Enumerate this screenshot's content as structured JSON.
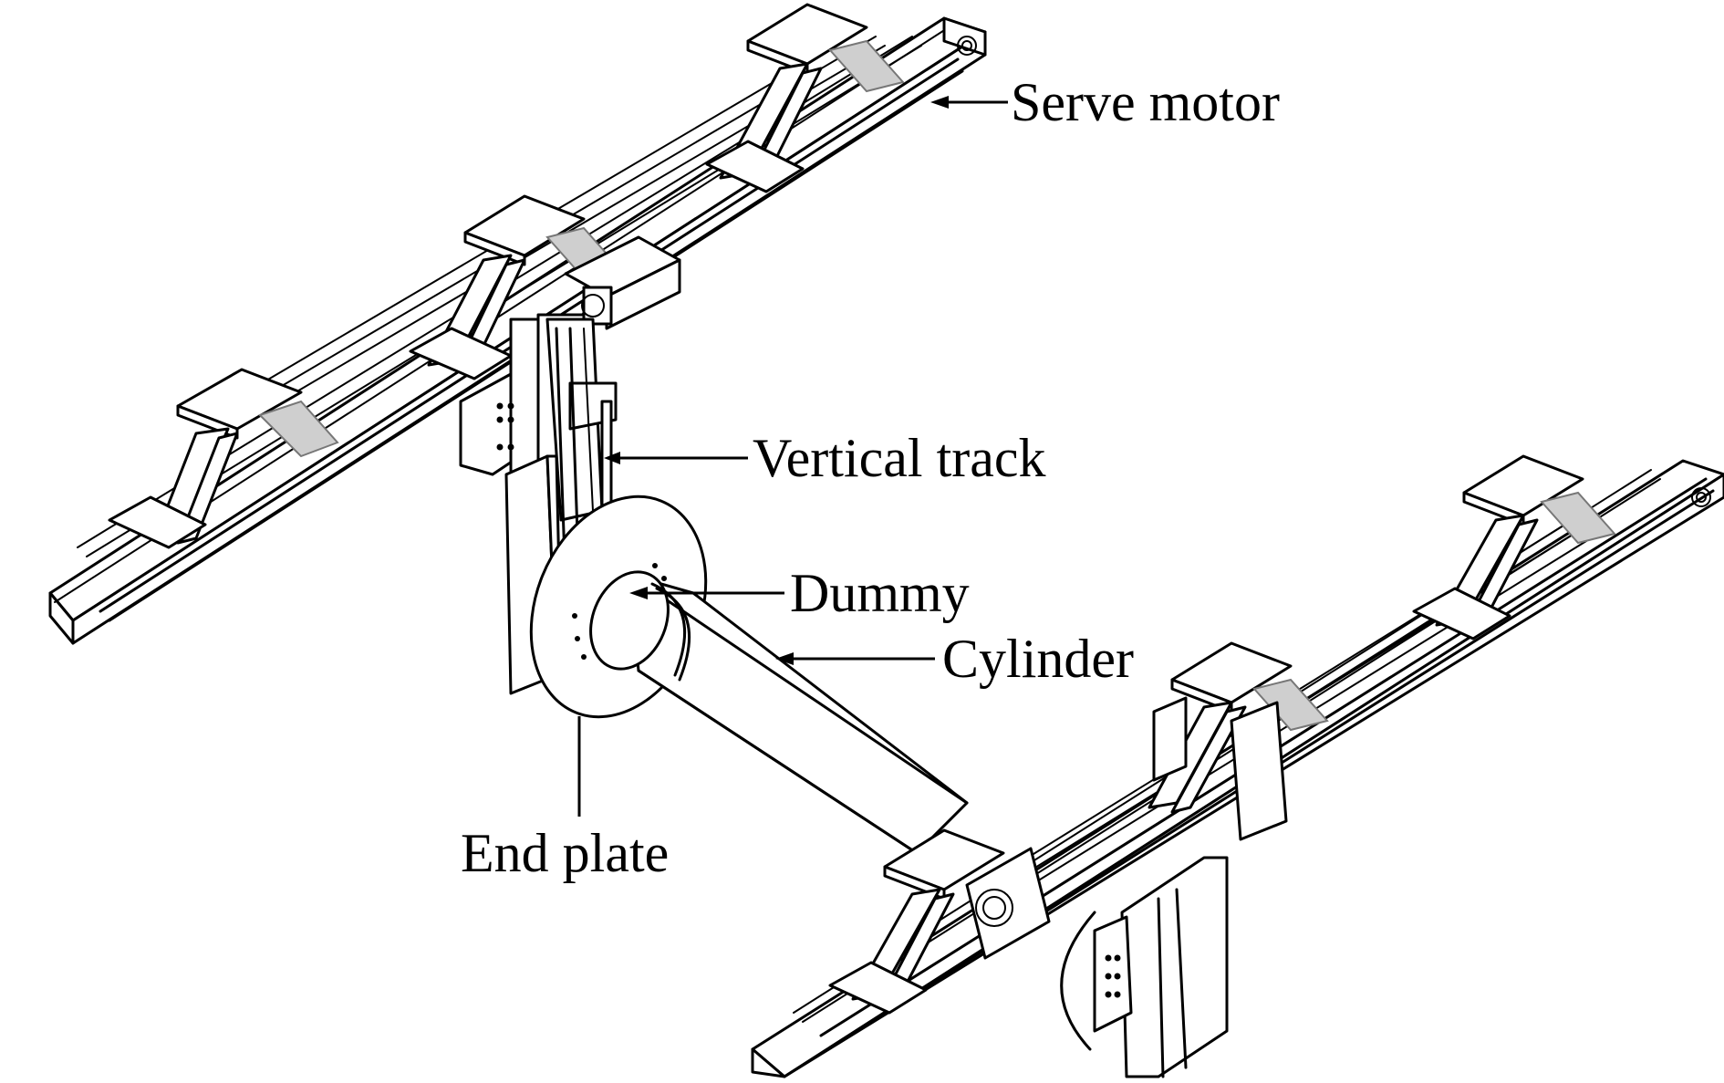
{
  "labels": {
    "serve_motor": "Serve motor",
    "vertical_track": "Vertical track",
    "dummy": "Dummy",
    "cylinder": "Cylinder",
    "end_plate": "End plate"
  },
  "colors": {
    "ink": "#000000",
    "background": "#ffffff"
  }
}
